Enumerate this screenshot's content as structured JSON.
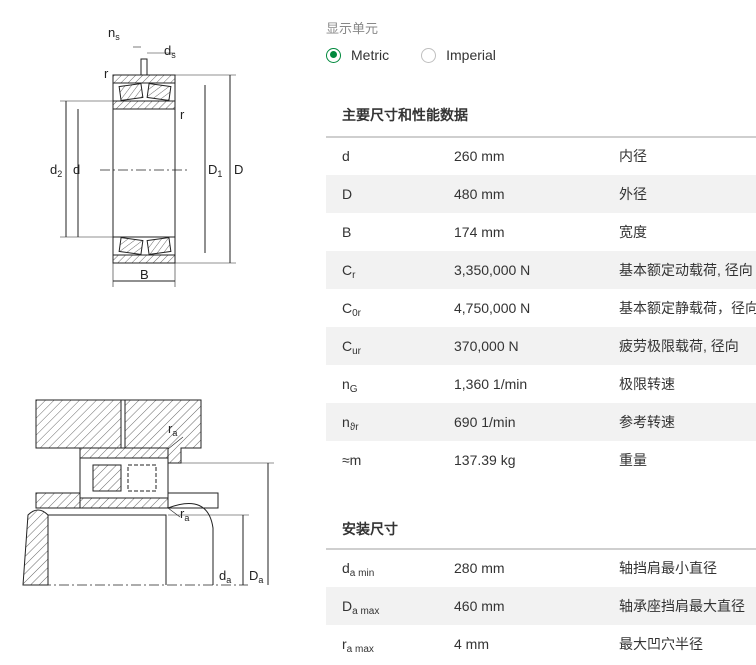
{
  "unit_selector": {
    "label": "显示单元",
    "options": [
      {
        "label": "Metric",
        "selected": true
      },
      {
        "label": "Imperial",
        "selected": false
      }
    ]
  },
  "colors": {
    "accent": "#00893d",
    "row_alt": "#f2f2f2",
    "rule": "#cfcfcf"
  },
  "diagram_labels": {
    "ns": "n",
    "ns_sub": "s",
    "ds": "d",
    "ds_sub": "s",
    "r": "r",
    "d2": "d",
    "d2_sub": "2",
    "d": "d",
    "D1": "D",
    "D1_sub": "1",
    "D": "D",
    "B": "B",
    "ra": "r",
    "ra_sub": "a",
    "da": "d",
    "da_sub": "a",
    "Da": "D",
    "Da_sub": "a"
  },
  "main": {
    "title": "主要尺寸和性能数据",
    "rows": [
      {
        "sym": "d",
        "sub": "",
        "value": "260 mm",
        "desc": "内径"
      },
      {
        "sym": "D",
        "sub": "",
        "value": "480 mm",
        "desc": "外径"
      },
      {
        "sym": "B",
        "sub": "",
        "value": "174 mm",
        "desc": "宽度"
      },
      {
        "sym": "C",
        "sub": "r",
        "value": "3,350,000 N",
        "desc": "基本额定动载荷, 径向"
      },
      {
        "sym": "C",
        "sub": "0r",
        "value": "4,750,000 N",
        "desc": "基本额定静载荷，径向"
      },
      {
        "sym": "C",
        "sub": "ur",
        "value": "370,000 N",
        "desc": "疲劳极限载荷, 径向"
      },
      {
        "sym": "n",
        "sub": "G",
        "value": "1,360 1/min",
        "desc": "极限转速"
      },
      {
        "sym": "n",
        "sub": "ϑr",
        "value": "690 1/min",
        "desc": "参考转速"
      },
      {
        "sym": "≈m",
        "sub": "",
        "value": "137.39 kg",
        "desc": "重量"
      }
    ]
  },
  "mounting": {
    "title": "安装尺寸",
    "rows": [
      {
        "sym": "d",
        "sub": "a min",
        "value": "280 mm",
        "desc": "轴挡肩最小直径"
      },
      {
        "sym": "D",
        "sub": "a max",
        "value": "460 mm",
        "desc": "轴承座挡肩最大直径"
      },
      {
        "sym": "r",
        "sub": "a max",
        "value": "4 mm",
        "desc": "最大凹穴半径"
      }
    ]
  }
}
